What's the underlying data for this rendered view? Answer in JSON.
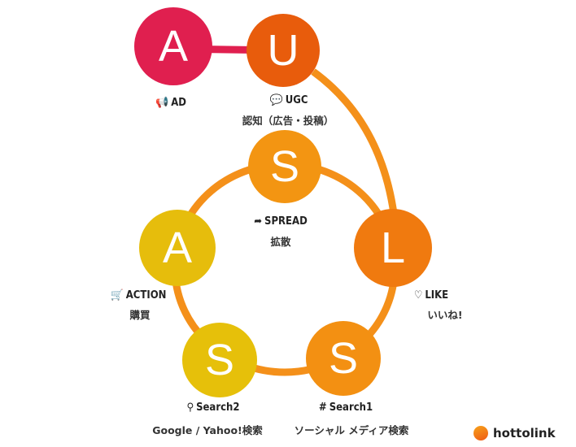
{
  "nodes": [
    {
      "id": "ad",
      "letter": "A",
      "label": "AD",
      "sub": "",
      "color": "#e01f4f",
      "icon": "megaphone-icon"
    },
    {
      "id": "ugc",
      "letter": "U",
      "label": "UGC",
      "sub": "認知（広告・投稿）",
      "color": "#e85c0c",
      "icon": "speech-bubble-icon"
    },
    {
      "id": "spread",
      "letter": "S",
      "label": "SPREAD",
      "sub": "拡散",
      "color": "#f39512",
      "icon": "share-arrow-icon"
    },
    {
      "id": "like",
      "letter": "L",
      "label": "LIKE",
      "sub": "いいね!",
      "color": "#f07a0f",
      "icon": "heart-icon"
    },
    {
      "id": "search1",
      "letter": "S",
      "label": "Search1",
      "sub": "ソーシャル メディア検索",
      "color": "#f39012",
      "icon": "hashtag-icon"
    },
    {
      "id": "search2",
      "letter": "S",
      "label": "Search2",
      "sub": "Google / Yahoo!検索",
      "color": "#e6c00a",
      "icon": "search-icon"
    },
    {
      "id": "action",
      "letter": "A",
      "label": "ACTION",
      "sub": "購買",
      "color": "#e6bd0c",
      "icon": "cart-icon"
    }
  ],
  "colors": {
    "ring": "#f4901a",
    "link": "#e01f4f"
  },
  "logo": {
    "text": "hottolink"
  }
}
